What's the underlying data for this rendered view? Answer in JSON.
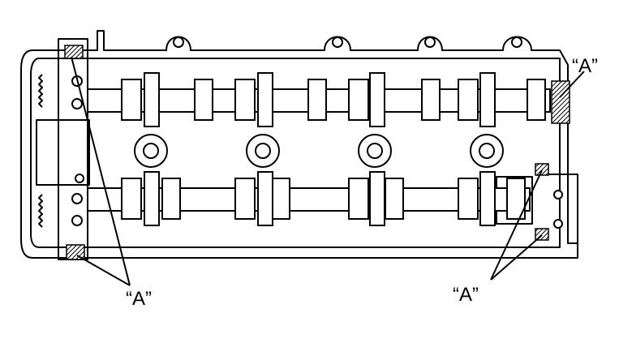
{
  "labels": {
    "top_right": "“A”",
    "bottom_left": "“A”",
    "bottom_right": "“A”"
  },
  "colors": {
    "ink": "#000000",
    "paper": "#ffffff"
  }
}
